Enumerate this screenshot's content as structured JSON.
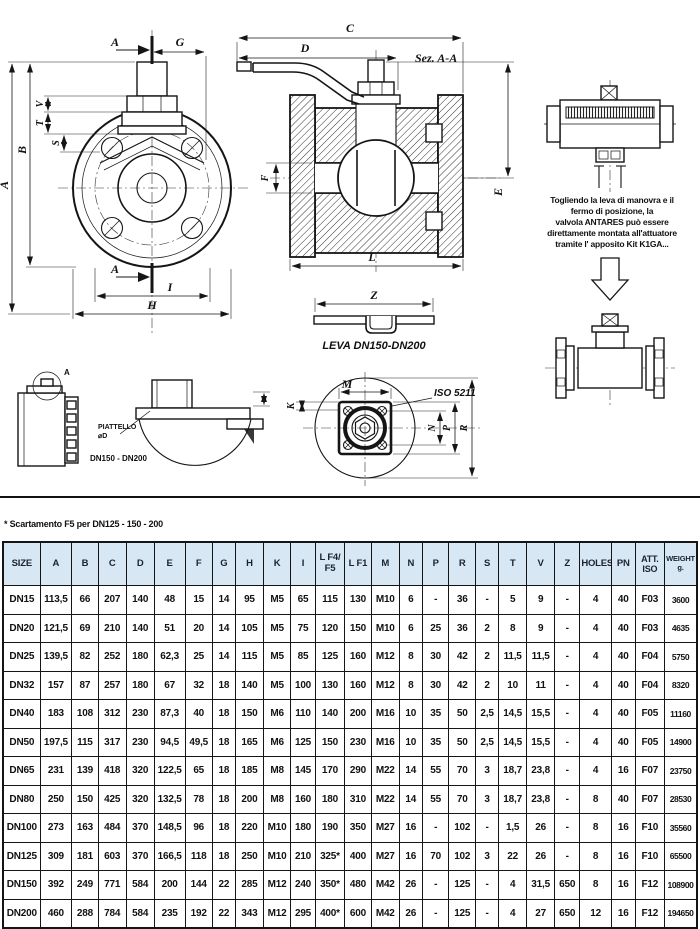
{
  "drawings": {
    "front_view": {
      "section_arrow_top": "A",
      "section_arrow_bottom": "A",
      "dim_g": "G",
      "dim_v": "V",
      "dim_t": "T",
      "dim_s": "S",
      "dim_b": "B",
      "dim_a_left": "A",
      "dim_i": "I",
      "dim_h": "H"
    },
    "section_view": {
      "title": "Sez. A-A",
      "dim_c": "C",
      "dim_d": "D",
      "dim_f": "F",
      "dim_e": "E",
      "dim_l": "L"
    },
    "lever": {
      "dim_z": "Z",
      "caption": "LEVA DN150-DN200"
    },
    "side_view": {
      "detail_label": "A"
    },
    "piattello": {
      "label_line1": "PIATTELLO",
      "label_line2": "⌀D",
      "range": "DN150 - DN200"
    },
    "iso_view": {
      "standard": "ISO 5211",
      "dim_m": "M",
      "dim_k": "K",
      "dim_n": "N",
      "dim_p": "P",
      "dim_r": "R"
    },
    "actuator_note": {
      "lines": [
        "Togliendo la leva di manovra e il",
        "fermo di posizione, la",
        "valvola ANTARES può essere",
        "direttamente montata all'attuatore",
        "tramite l' apposito Kit K1GA..."
      ]
    }
  },
  "footnote": "* Scartamento F5 per DN125 - 150 - 200",
  "table": {
    "header_bg": "#d7e7f4",
    "columns": [
      "SIZE",
      "A",
      "B",
      "C",
      "D",
      "E",
      "F",
      "G",
      "H",
      "K",
      "I",
      "L F4/\nF5",
      "L F1",
      "M",
      "N",
      "P",
      "R",
      "S",
      "T",
      "V",
      "Z",
      "HOLES",
      "PN",
      "ATT.\nISO",
      "WEIGHT\ng."
    ],
    "rows": [
      [
        "DN15",
        "113,5",
        "66",
        "207",
        "140",
        "48",
        "15",
        "14",
        "95",
        "M5",
        "65",
        "115",
        "130",
        "M10",
        "6",
        "-",
        "36",
        "-",
        "5",
        "9",
        "-",
        "4",
        "40",
        "F03",
        "3600"
      ],
      [
        "DN20",
        "121,5",
        "69",
        "210",
        "140",
        "51",
        "20",
        "14",
        "105",
        "M5",
        "75",
        "120",
        "150",
        "M10",
        "6",
        "25",
        "36",
        "2",
        "8",
        "9",
        "-",
        "4",
        "40",
        "F03",
        "4635"
      ],
      [
        "DN25",
        "139,5",
        "82",
        "252",
        "180",
        "62,3",
        "25",
        "14",
        "115",
        "M5",
        "85",
        "125",
        "160",
        "M12",
        "8",
        "30",
        "42",
        "2",
        "11,5",
        "11,5",
        "-",
        "4",
        "40",
        "F04",
        "5750"
      ],
      [
        "DN32",
        "157",
        "87",
        "257",
        "180",
        "67",
        "32",
        "18",
        "140",
        "M5",
        "100",
        "130",
        "160",
        "M12",
        "8",
        "30",
        "42",
        "2",
        "10",
        "11",
        "-",
        "4",
        "40",
        "F04",
        "8320"
      ],
      [
        "DN40",
        "183",
        "108",
        "312",
        "230",
        "87,3",
        "40",
        "18",
        "150",
        "M6",
        "110",
        "140",
        "200",
        "M16",
        "10",
        "35",
        "50",
        "2,5",
        "14,5",
        "15,5",
        "-",
        "4",
        "40",
        "F05",
        "11160"
      ],
      [
        "DN50",
        "197,5",
        "115",
        "317",
        "230",
        "94,5",
        "49,5",
        "18",
        "165",
        "M6",
        "125",
        "150",
        "230",
        "M16",
        "10",
        "35",
        "50",
        "2,5",
        "14,5",
        "15,5",
        "-",
        "4",
        "40",
        "F05",
        "14900"
      ],
      [
        "DN65",
        "231",
        "139",
        "418",
        "320",
        "122,5",
        "65",
        "18",
        "185",
        "M8",
        "145",
        "170",
        "290",
        "M22",
        "14",
        "55",
        "70",
        "3",
        "18,7",
        "23,8",
        "-",
        "4",
        "16",
        "F07",
        "23750"
      ],
      [
        "DN80",
        "250",
        "150",
        "425",
        "320",
        "132,5",
        "78",
        "18",
        "200",
        "M8",
        "160",
        "180",
        "310",
        "M22",
        "14",
        "55",
        "70",
        "3",
        "18,7",
        "23,8",
        "-",
        "8",
        "40",
        "F07",
        "28530"
      ],
      [
        "DN100",
        "273",
        "163",
        "484",
        "370",
        "148,5",
        "96",
        "18",
        "220",
        "M10",
        "180",
        "190",
        "350",
        "M27",
        "16",
        "-",
        "102",
        "-",
        "1,5",
        "26",
        "-",
        "8",
        "16",
        "F10",
        "35560"
      ],
      [
        "DN125",
        "309",
        "181",
        "603",
        "370",
        "166,5",
        "118",
        "18",
        "250",
        "M10",
        "210",
        "325*",
        "400",
        "M27",
        "16",
        "70",
        "102",
        "3",
        "22",
        "26",
        "-",
        "8",
        "16",
        "F10",
        "65500"
      ],
      [
        "DN150",
        "392",
        "249",
        "771",
        "584",
        "200",
        "144",
        "22",
        "285",
        "M12",
        "240",
        "350*",
        "480",
        "M42",
        "26",
        "-",
        "125",
        "-",
        "4",
        "31,5",
        "650",
        "8",
        "16",
        "F12",
        "108900"
      ],
      [
        "DN200",
        "460",
        "288",
        "784",
        "584",
        "235",
        "192",
        "22",
        "343",
        "M12",
        "295",
        "400*",
        "600",
        "M42",
        "26",
        "-",
        "125",
        "-",
        "4",
        "27",
        "650",
        "12",
        "16",
        "F12",
        "194650"
      ]
    ]
  }
}
